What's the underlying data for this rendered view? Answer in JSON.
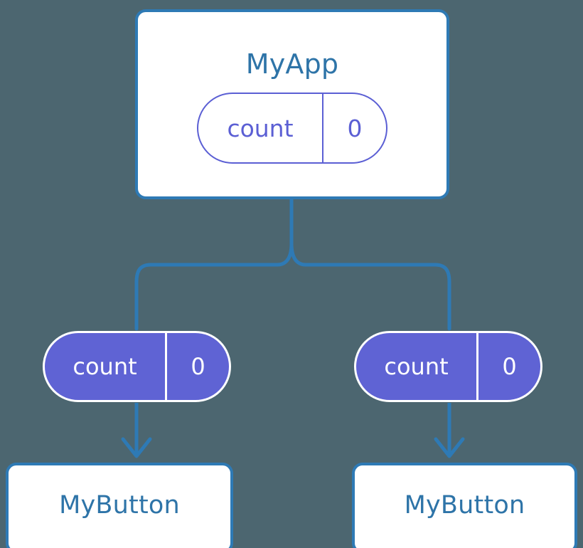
{
  "diagram": {
    "title": "MyApp",
    "background_color": "#4c6670",
    "accent_blue": "#2e7ab5",
    "accent_purple": "#5f63d4",
    "text_blue": "#2e74a8"
  },
  "root": {
    "component_name": "MyApp",
    "state": {
      "key": "count",
      "value": "0"
    }
  },
  "children": [
    {
      "prop": {
        "key": "count",
        "value": "0"
      },
      "component_name": "MyButton"
    },
    {
      "prop": {
        "key": "count",
        "value": "0"
      },
      "component_name": "MyButton"
    }
  ]
}
